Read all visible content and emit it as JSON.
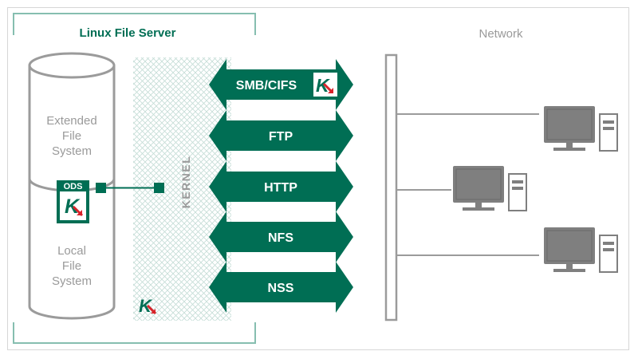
{
  "server": {
    "title": "Linux File Server"
  },
  "network": {
    "title": "Network"
  },
  "filesystem": {
    "extended": [
      "Extended",
      "File",
      "System"
    ],
    "local": [
      "Local",
      "File",
      "System"
    ]
  },
  "ods": {
    "label": "ODS"
  },
  "kernel": {
    "label": "KERNEL"
  },
  "protocols": [
    "SMB/CIFS",
    "FTP",
    "HTTP",
    "NFS",
    "NSS"
  ],
  "logo": {
    "letter": "K"
  },
  "colors": {
    "accent": "#006e54",
    "bracket": "#86beb0",
    "cylinder_stroke": "#9b9b9b",
    "text_gray": "#9a9a9a",
    "computer": "#7f7f7f",
    "logo_red": "#d8232a"
  }
}
